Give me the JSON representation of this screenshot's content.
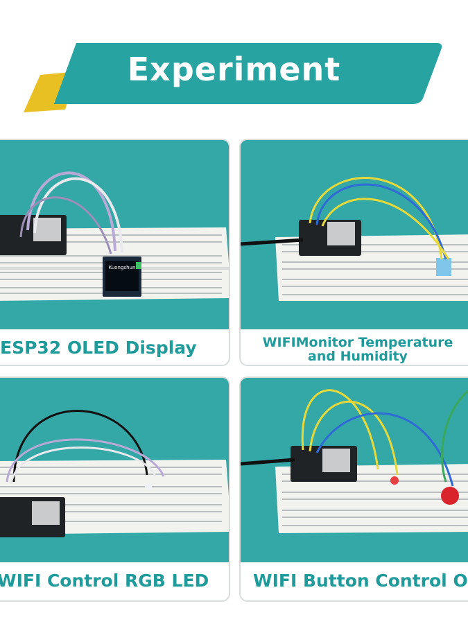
{
  "header": {
    "title": "Experiment",
    "banner_color": "#27a3a1",
    "accent_color": "#e9c024"
  },
  "cards": [
    {
      "caption": "ESP32 OLED Display",
      "screen_text": "Kuongshun",
      "image": "esp32-oled-display-photo"
    },
    {
      "caption_line1": "WIFIMonitor Temperature",
      "caption_line2": "and Humidity",
      "image": "wifi-monitor-temperature-humidity-photo"
    },
    {
      "caption": "WIFI Control RGB LED",
      "image": "wifi-control-rgb-led-photo"
    },
    {
      "caption": "WIFI Button Control Output",
      "image": "wifi-button-control-output-photo"
    }
  ],
  "colors": {
    "photo_background": "#33a8a6",
    "caption_text": "#1e9b9a",
    "breadboard": "#f2f2ef",
    "board": "#1f2326",
    "wire_yellow": "#e8d93a",
    "wire_blue": "#2f6bd6",
    "wire_lavender": "#b9a9d6",
    "wire_green": "#39a85a",
    "button_red": "#d8242a"
  }
}
